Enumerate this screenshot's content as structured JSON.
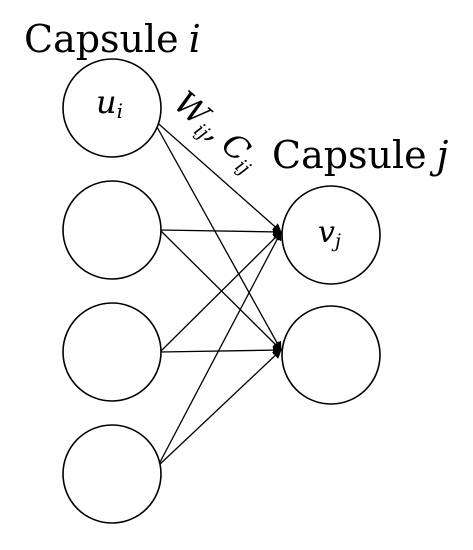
{
  "input_layer": {
    "title": "Capsule",
    "title_var": "i",
    "nodes": [
      {
        "label_main": "u",
        "label_sub": "i"
      },
      {
        "label_main": "",
        "label_sub": ""
      },
      {
        "label_main": "",
        "label_sub": ""
      },
      {
        "label_main": "",
        "label_sub": ""
      }
    ]
  },
  "output_layer": {
    "title": "Capsule",
    "title_var": "j",
    "nodes": [
      {
        "label_main": "v",
        "label_sub": "j"
      },
      {
        "label_main": "",
        "label_sub": ""
      }
    ]
  },
  "edge_labels": {
    "weight_main": "W",
    "weight_sub": "ij",
    "separator": ",",
    "coupling_main": "C",
    "coupling_sub": "ij"
  },
  "colors": {
    "stroke": "#000000",
    "background": "#ffffff"
  }
}
